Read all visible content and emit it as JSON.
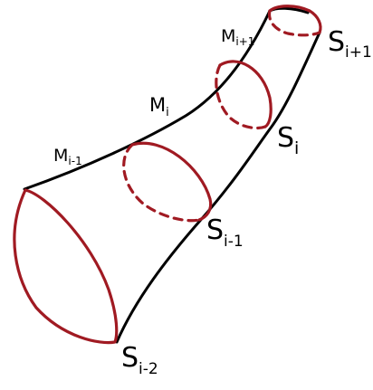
{
  "colors": {
    "outline": "#000000",
    "section": "#a01a22",
    "background": "#ffffff"
  },
  "labels": {
    "m_i_plus_1": "M",
    "m_i_plus_1_sub": "i+1",
    "m_i": "M",
    "m_i_sub": "i",
    "m_i_minus_1": "M",
    "m_i_minus_1_sub": "i-1",
    "s_i_plus_1": "S",
    "s_i_plus_1_sub": "i+1",
    "s_i": "S",
    "s_i_sub": "i",
    "s_i_minus_1": "S",
    "s_i_minus_1_sub": "i-1",
    "s_i_minus_2": "S",
    "s_i_minus_2_sub": "i-2"
  }
}
